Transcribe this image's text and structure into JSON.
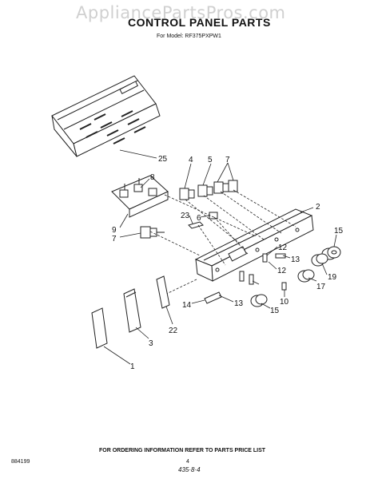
{
  "watermark": "AppliancePartsPros.com",
  "header": {
    "title": "CONTROL PANEL PARTS",
    "model_line": "For Model: RF375PXPW1"
  },
  "callouts": [
    "25",
    "4",
    "5",
    "7",
    "8",
    "2",
    "23",
    "6",
    "9",
    "7",
    "15",
    "12",
    "13",
    "12",
    "19",
    "17",
    "10",
    "14",
    "13",
    "15",
    "3",
    "22",
    "1"
  ],
  "footer": {
    "ordering_note": "FOR ORDERING INFORMATION REFER TO PARTS PRICE LIST",
    "doc_number": "884199",
    "page_number": "4",
    "handwritten": "435·8·4"
  }
}
